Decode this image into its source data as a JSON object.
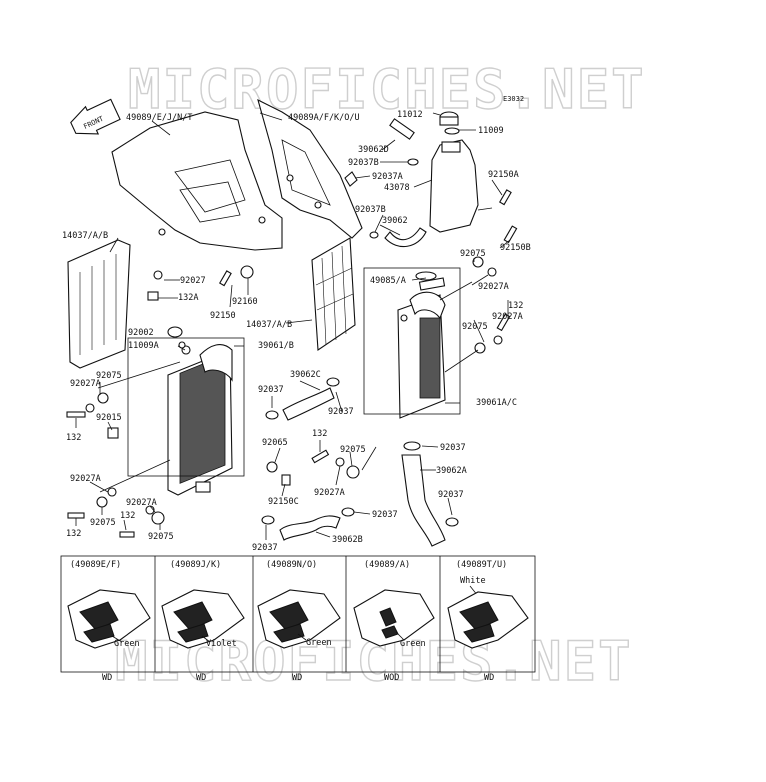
{
  "watermark": "MICROFICHES.NET",
  "diagram_code": "E3032",
  "front_arrow_label": "FRONT",
  "parts": {
    "p11012": "11012",
    "p11009": "11009",
    "p49089_ejnt": "49089/E/J/N/T",
    "p49089a_fkou": "49089A/F/K/O/U",
    "p39062d": "39062D",
    "p92037b_top": "92037B",
    "p92037a_top": "92037A",
    "p43078": "43078",
    "p92150a": "92150A",
    "p92037b_mid": "92037B",
    "p39062_top": "39062",
    "p14037ab_left": "14037/A/B",
    "p92075_r1": "92075",
    "p92150b": "92150B",
    "p49085a": "49085/A",
    "p92027a_r1": "92027A",
    "p92027_top": "92027",
    "p132a": "132A",
    "p92160": "92160",
    "p92150": "92150",
    "p14037ab_mid": "14037/A/B",
    "p132_r": "132",
    "p92027a_r2": "92027A",
    "p92075_r2": "92075",
    "p92002": "92002",
    "p11009a": "11009A",
    "p39061b": "39061/B",
    "p92075_l1": "92075",
    "p92027a_l1": "92027A",
    "p92037_c1": "92037",
    "p39062c": "39062C",
    "p92037_c2": "92037",
    "p39061ac": "39061A/C",
    "p132_l1": "132",
    "p92015": "92015",
    "p132_c": "132",
    "p92065": "92065",
    "p92075_c": "92075",
    "p92037_r3": "92037",
    "p92150c": "92150C",
    "p92027a_c": "92027A",
    "p39062a": "39062A",
    "p92027a_l2": "92027A",
    "p92037_r4": "92037",
    "p92037_c3": "92037",
    "p132_l2": "132",
    "p92075_l2": "92075",
    "p92027a_l3": "92027A",
    "p132_l3": "132",
    "p92075_l3": "92075",
    "p92037_b": "92037",
    "p39062b": "39062B"
  },
  "variants": [
    {
      "code": "(49089E/F)",
      "color": "Green",
      "region": "WD"
    },
    {
      "code": "(49089J/K)",
      "color": "Violet",
      "region": "WD"
    },
    {
      "code": "(49089N/O)",
      "color": "Green",
      "region": "WD"
    },
    {
      "code": "(49089/A)",
      "color": "Green",
      "region": "WOD"
    },
    {
      "code": "(49089T/U)",
      "color": "White",
      "region": "WD"
    }
  ]
}
